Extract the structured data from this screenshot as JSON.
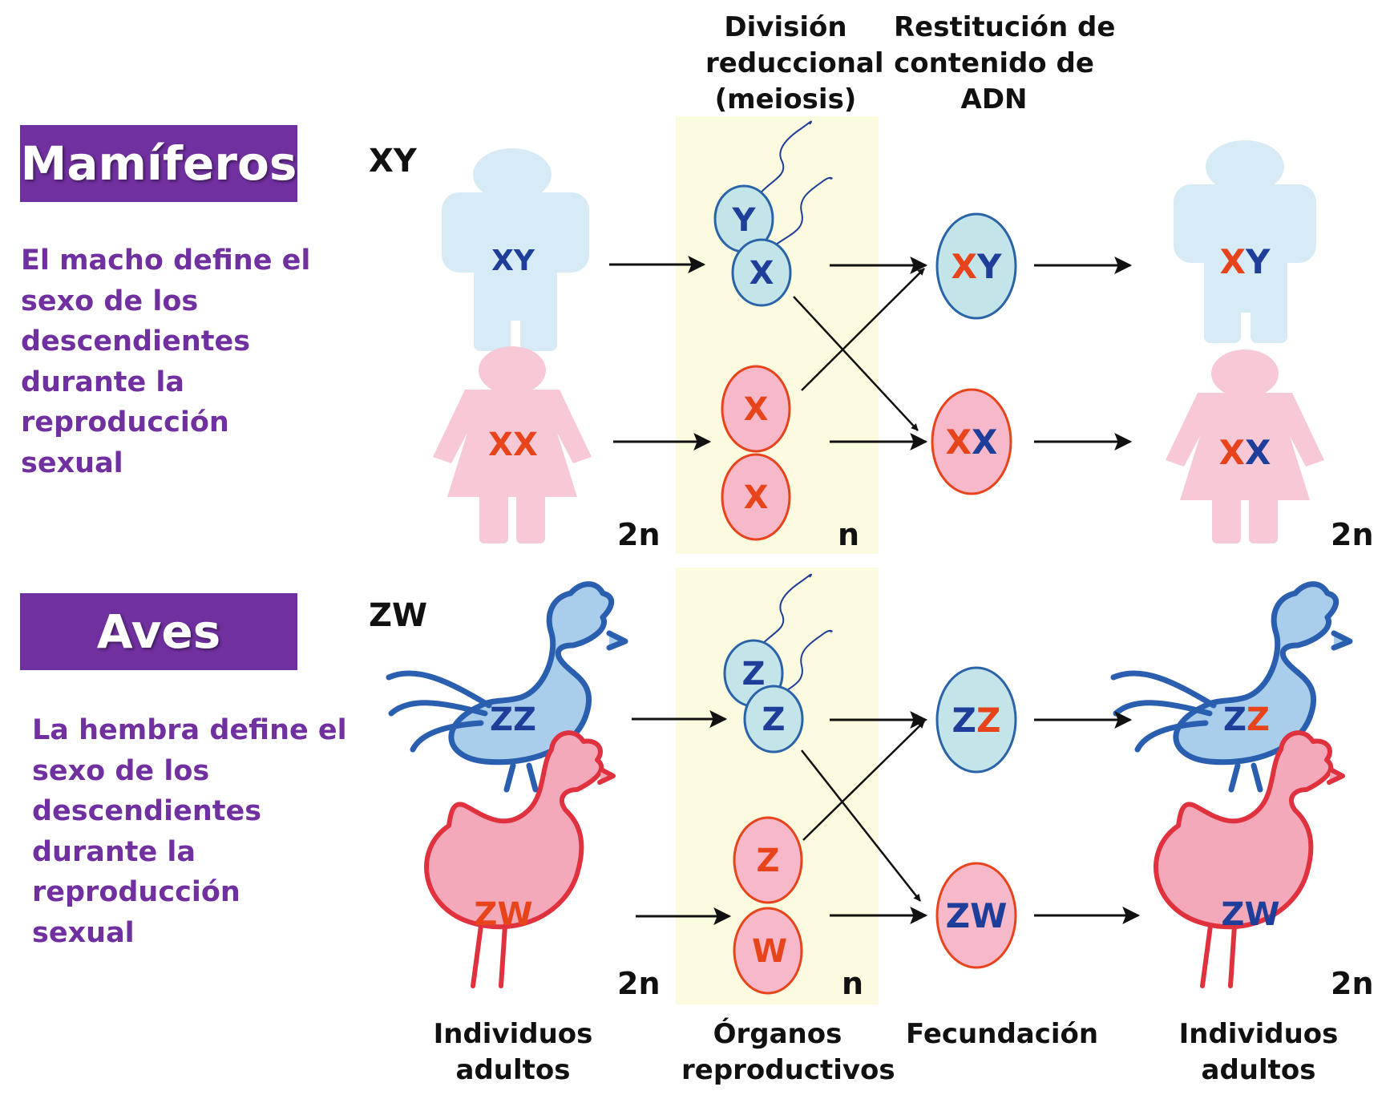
{
  "headers": {
    "meiosis": [
      "División",
      "reduccional",
      "(meiosis)"
    ],
    "restitution": [
      "Restitución de",
      "contenido de",
      "ADN"
    ]
  },
  "footers": {
    "adults_left": [
      "Individuos",
      "adultos"
    ],
    "organs": [
      "Órganos",
      "reproductivos"
    ],
    "fertilization": [
      "Fecundación"
    ],
    "adults_right": [
      "Individuos",
      "adultos"
    ]
  },
  "mammals": {
    "badge": "Mamíferos",
    "system": "XY",
    "description": [
      "El macho define el",
      "sexo de los",
      "descendientes",
      "durante la",
      "reproducción",
      "sexual"
    ],
    "male_label": [
      "X",
      "Y"
    ],
    "female_label": [
      "X",
      "X"
    ],
    "gametes": {
      "male": [
        "Y",
        "X"
      ],
      "female": [
        "X",
        "X"
      ]
    },
    "zygotes": {
      "top": [
        "X",
        "Y"
      ],
      "bottom": [
        "X",
        "X"
      ]
    },
    "offspring": {
      "male": [
        "X",
        "Y"
      ],
      "female": [
        "X",
        "X"
      ]
    },
    "ploidy": {
      "adults": "2n",
      "gametes": "n",
      "offspring": "2n"
    }
  },
  "birds": {
    "badge": "Aves",
    "system": "ZW",
    "description": [
      "La hembra define el",
      "sexo de los",
      "descendientes",
      "durante la",
      "reproducción",
      "sexual"
    ],
    "male_label": [
      "Z",
      "Z"
    ],
    "female_label": [
      "Z",
      "W"
    ],
    "gametes": {
      "male": [
        "Z",
        "Z"
      ],
      "female": [
        "Z",
        "W"
      ]
    },
    "zygotes": {
      "top": [
        "Z",
        "Z"
      ],
      "bottom": [
        "Z",
        "W"
      ]
    },
    "offspring": {
      "male": [
        "Z",
        "Z"
      ],
      "female": [
        "Z",
        "W"
      ]
    },
    "ploidy": {
      "adults": "2n",
      "gametes": "n",
      "offspring": "2n"
    }
  },
  "colors": {
    "badge": "#7030a0",
    "male_fill": "#d6ebf5",
    "female_fill": "#f7c9d6",
    "rooster_fill": "#a9cdea",
    "rooster_outline": "#2a5fb0",
    "hen_fill": "#f4a9bb",
    "hen_outline": "#e0313e",
    "band": "#fcfadf",
    "allele_blue": "#1f3e9a",
    "allele_red": "#e8441c"
  }
}
